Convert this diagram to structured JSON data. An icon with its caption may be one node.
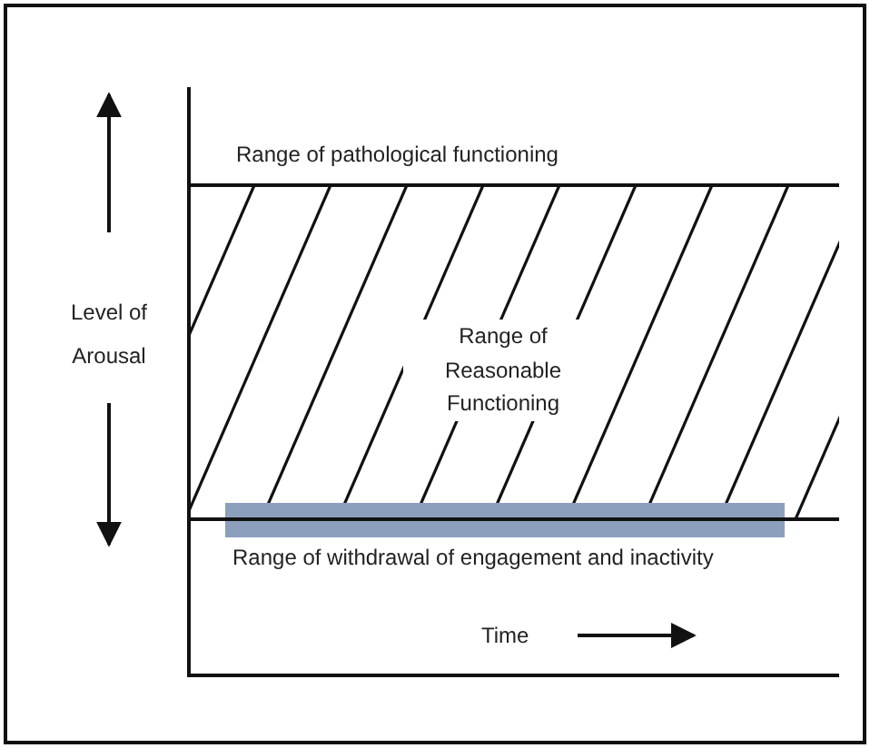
{
  "diagram": {
    "labels": [
      "Range of pathological functioning",
      "Level of Arousal",
      "Range of Reasonable Functioning",
      "Range of withdrawal of engagement and inactivity",
      "Time"
    ]
  }
}
